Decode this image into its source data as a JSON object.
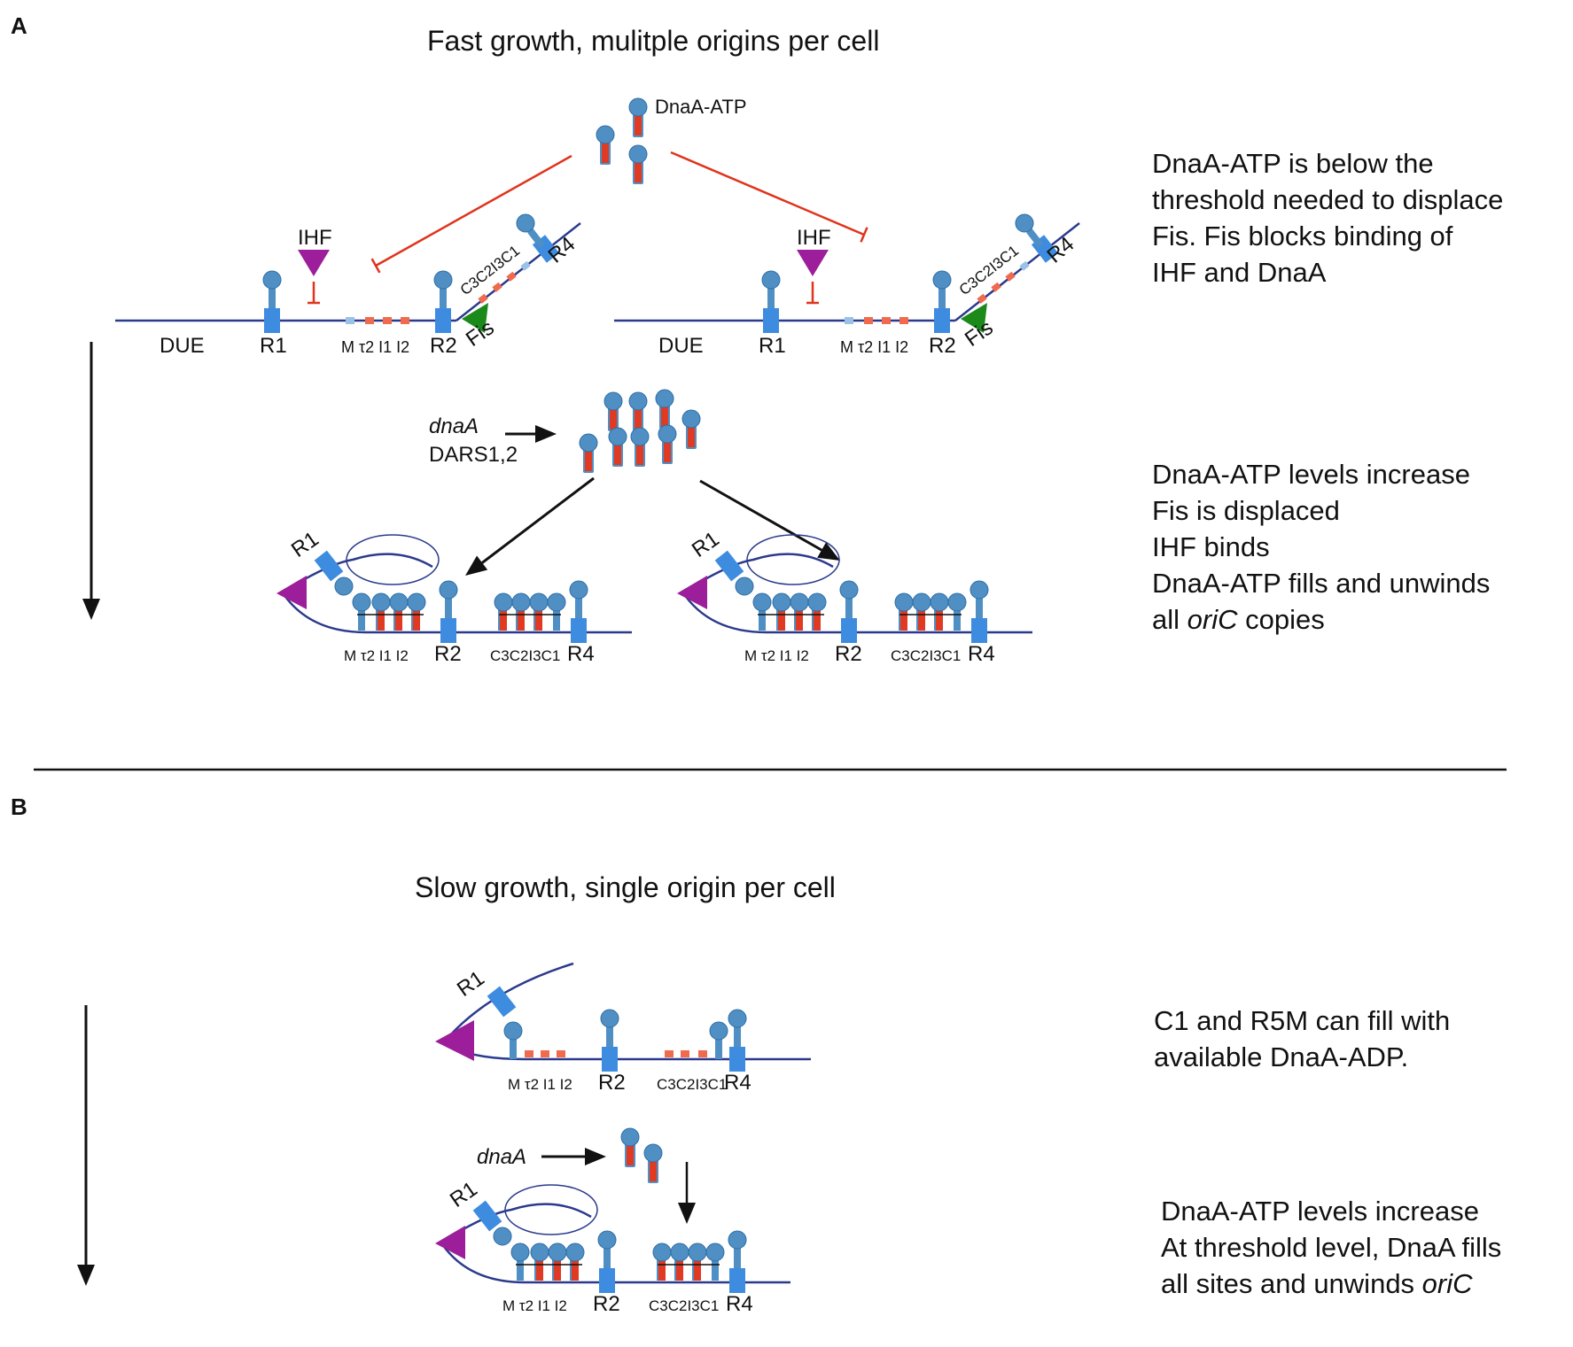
{
  "panel_a": {
    "label": "A",
    "title": "Fast growth, mulitple origins per cell",
    "dnaa_atp_label": "DnaA-ATP",
    "ihf_label": "IHF",
    "due_label": "DUE",
    "r1": "R1",
    "r2": "R2",
    "r4": "R4",
    "m_sites": "M τ2 I1 I2",
    "c_sites": "C3C2I3C1",
    "fis_label": "Fis",
    "dnaa_gene": "dnaA",
    "dars": "DARS1,2",
    "note_top": [
      "DnaA-ATP is below the",
      "threshold needed to displace",
      "Fis. Fis blocks binding of",
      "IHF and DnaA"
    ],
    "note_bottom": [
      "DnaA-ATP levels increase",
      "Fis is displaced",
      "IHF binds",
      "DnaA-ATP fills and unwinds",
      "all oriC copies"
    ]
  },
  "panel_b": {
    "label": "B",
    "title": "Slow growth, single origin per cell",
    "dnaa_gene": "dnaA",
    "note_top": [
      "C1 and R5M can fill with",
      "available DnaA-ADP."
    ],
    "note_bottom": [
      "DnaA-ATP levels increase",
      "At threshold level, DnaA fills",
      "all sites and unwinds oriC"
    ]
  },
  "colors": {
    "dna_line": "#2b3a8c",
    "dnaa_head": "#4f8fc4",
    "dnaa_stem": "#e03a22",
    "r_box": "#3d8ce0",
    "site_red": "#f06a4e",
    "site_light": "#9cc1e6",
    "ihf": "#9c1e9a",
    "fis": "#1b8a1b",
    "inhibit": "#e0341c"
  }
}
